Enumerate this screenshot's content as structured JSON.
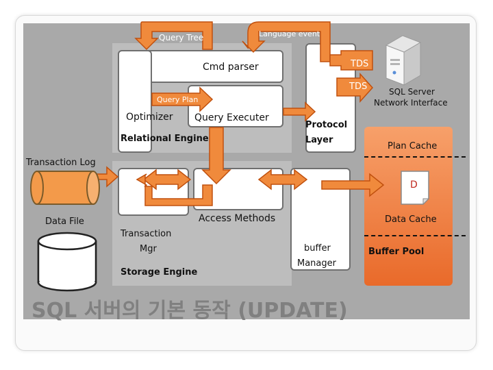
{
  "labels": {
    "query_tree": "Query Tree",
    "language_event": "Language event",
    "cmd_parser": "Cmd parser",
    "tds_top": "TDS",
    "tds_bottom": "TDS",
    "sql_server_network_interface_line1": "SQL Server",
    "sql_server_network_interface_line2": "Network Interface",
    "query_plan": "Query Plan",
    "optimizer": "Optimizer",
    "query_executer": "Query Executer",
    "relational_engine": "Relational Engine",
    "protocol_layer_line1": "Protocol",
    "protocol_layer_line2": "Layer",
    "plan_cache": "Plan Cache",
    "transaction_log": "Transaction Log",
    "page_d": "D",
    "data_file": "Data File",
    "access_methods": "Access Methods",
    "data_cache": "Data Cache",
    "transaction_mgr_line1": "Transaction",
    "transaction_mgr_line2": "Mgr",
    "buffer_manager_line1": "buffer",
    "buffer_manager_line2": "Manager",
    "buffer_pool": "Buffer Pool",
    "storage_engine": "Storage Engine"
  },
  "title": "SQL 서버의 기본 동작 (UPDATE)",
  "colors": {
    "arrow_fill": "#f08a3c",
    "arrow_stroke": "#c0500e",
    "buffer_pool_top": "#f7a06a",
    "buffer_pool_bottom": "#e96a2a",
    "cylinder_orange": "#f39a4a",
    "panel_gray": "#a9a9a9",
    "title_gray": "#808080"
  },
  "icons": {
    "server": "server-icon",
    "log_cylinder": "cylinder-icon",
    "data_file": "database-icon",
    "page": "document-page-icon"
  }
}
